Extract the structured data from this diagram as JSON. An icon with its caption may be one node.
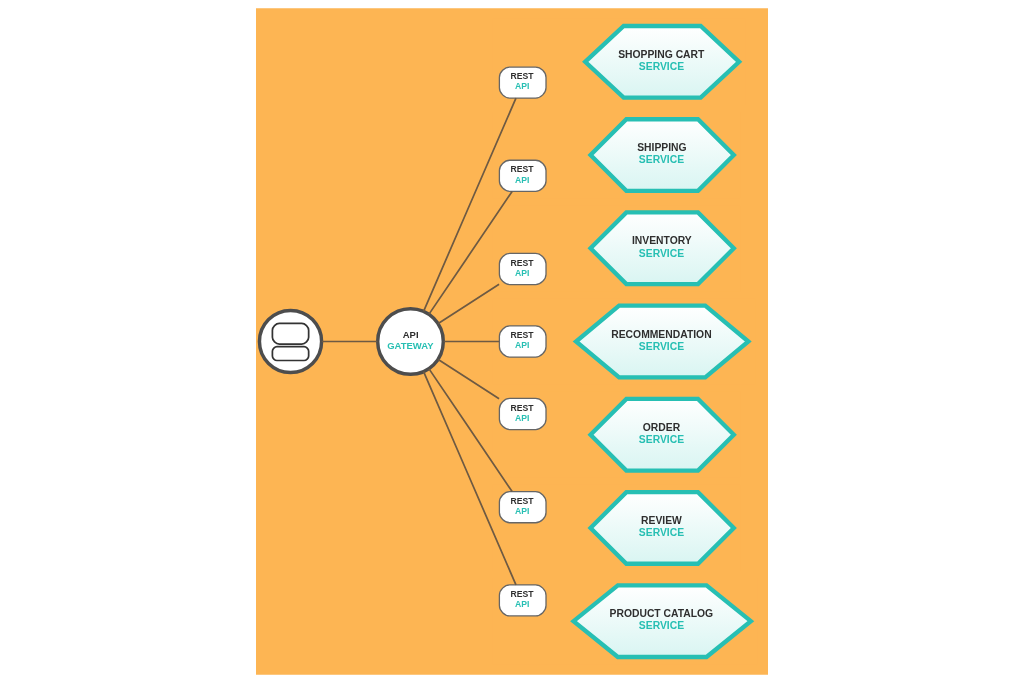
{
  "diagram": {
    "nodes": [
      {
        "text": [],
        "shape": "person"
      },
      {
        "text": [
          "API",
          "GATEWAY"
        ]
      },
      {
        "text": [
          "SHOPPING CART",
          "SERVICE"
        ]
      },
      {
        "text": [
          "REST",
          "API"
        ]
      },
      {
        "text": [
          "SHIPPING",
          "SERVICE"
        ]
      },
      {
        "text": [
          "REST",
          "API"
        ]
      },
      {
        "text": [
          "INVENTORY",
          "SERVICE"
        ]
      },
      {
        "text": [
          "REST",
          "API"
        ]
      },
      {
        "text": [
          "RECOMMENDATION",
          "SERVICE"
        ]
      },
      {
        "text": [
          "REST",
          "API"
        ]
      },
      {
        "text": [
          "ORDER",
          "SERVICE"
        ]
      },
      {
        "text": [
          "REST",
          "API"
        ]
      },
      {
        "text": [
          "REVIEW",
          "SERVICE"
        ]
      },
      {
        "text": [
          "REST",
          "API"
        ]
      },
      {
        "text": [
          "PRODUCT CATALOG",
          "SERVICE"
        ]
      },
      {
        "text": [
          "REST",
          "API"
        ]
      }
    ],
    "edges": [
      {
        "from": 0,
        "to": 1,
        "arrow": "none"
      },
      {
        "from": 1,
        "to": 3,
        "arrow": "none"
      },
      {
        "from": 1,
        "to": 5,
        "arrow": "none"
      },
      {
        "from": 1,
        "to": 7,
        "arrow": "none"
      },
      {
        "from": 1,
        "to": 9,
        "arrow": "none"
      },
      {
        "from": 1,
        "to": 11,
        "arrow": "none"
      },
      {
        "from": 1,
        "to": 13,
        "arrow": "none"
      },
      {
        "from": 1,
        "to": 15,
        "arrow": "none"
      }
    ]
  }
}
